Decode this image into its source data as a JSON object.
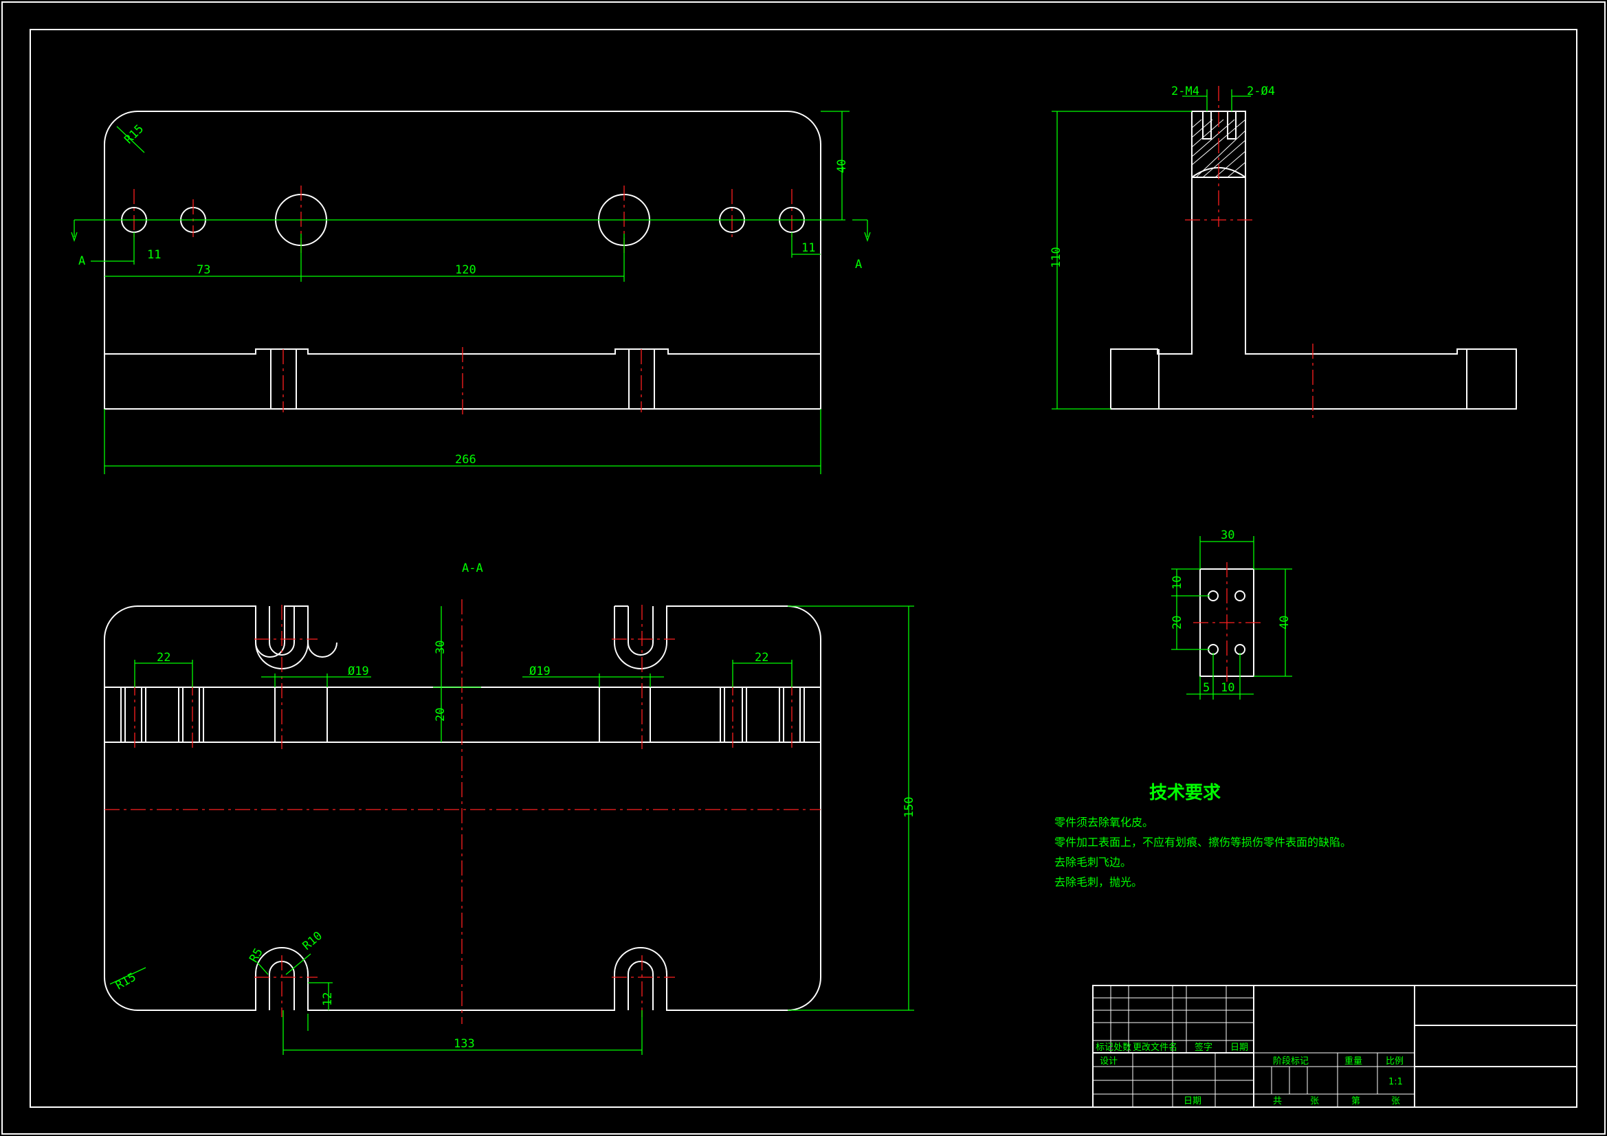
{
  "view_labels": {
    "section_left": "A",
    "section_right": "A",
    "section_title": "A-A"
  },
  "top_view_dims": {
    "r15": "R15",
    "d40": "40",
    "d11_left": "11",
    "d11_right": "11",
    "d73": "73",
    "d120": "120",
    "d266": "266"
  },
  "section_view_dims": {
    "d22_left": "22",
    "d22_right": "22",
    "phi19_left": "Ø19",
    "phi19_right": "Ø19",
    "d30": "30",
    "d20": "20",
    "d150": "150",
    "r15": "R15",
    "r5": "R5",
    "r10": "R10",
    "d12": "12",
    "d133": "133"
  },
  "side_view_dims": {
    "m4": "2-M4",
    "d4": "2-Ø4",
    "d110": "110"
  },
  "detail_view_dims": {
    "d30": "30",
    "d10": "10",
    "d20": "20",
    "d40": "40",
    "d5": "5",
    "d10b": "10"
  },
  "tech_requirements": {
    "title": "技术要求",
    "lines": [
      "零件须去除氧化皮。",
      "零件加工表面上，不应有划痕、擦伤等损伤零件表面的缺陷。",
      "去除毛刺飞边。",
      "去除毛刺，抛光。"
    ]
  },
  "title_block": {
    "rev_mark": "标记",
    "rev_count": "处数",
    "rev_doc": "更改文件名",
    "rev_sign": "签字",
    "rev_date": "日期",
    "design": "设计",
    "stage_mark": "阶段标记",
    "weight": "重量",
    "scale": "比例",
    "scale_value": "1:1",
    "date": "日期",
    "total": "共",
    "sheets": "张",
    "page": "第",
    "sheet": "张"
  }
}
